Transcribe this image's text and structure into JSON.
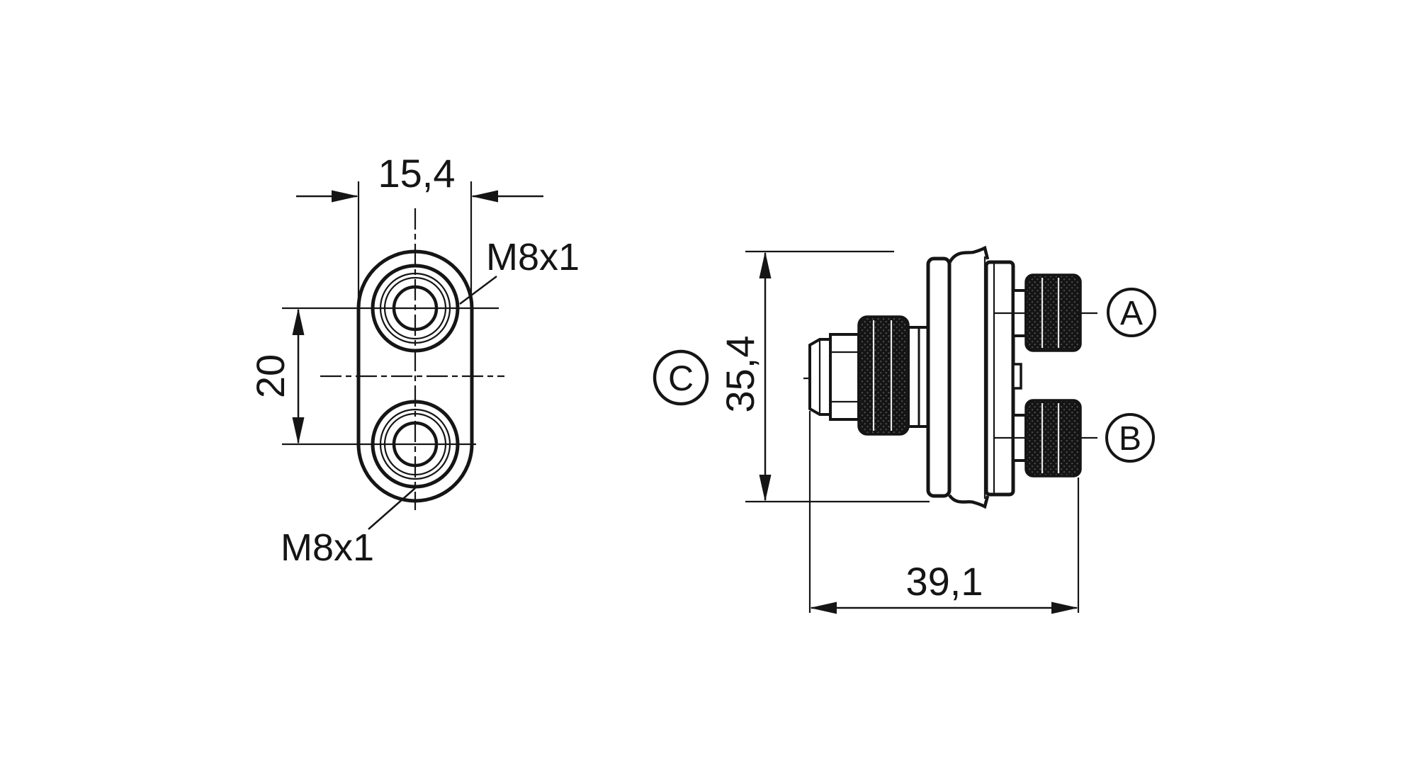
{
  "drawing": {
    "front_view": {
      "width_dim": "15,4",
      "hole_spacing_dim": "20",
      "thread_label_top": "M8x1",
      "thread_label_bottom": "M8x1"
    },
    "side_view": {
      "height_dim": "35,4",
      "length_dim": "39,1",
      "port_a": "A",
      "port_b": "B",
      "port_c": "C"
    },
    "colors": {
      "line": "#151515",
      "background": "#ffffff",
      "knurl": "#141414"
    }
  }
}
